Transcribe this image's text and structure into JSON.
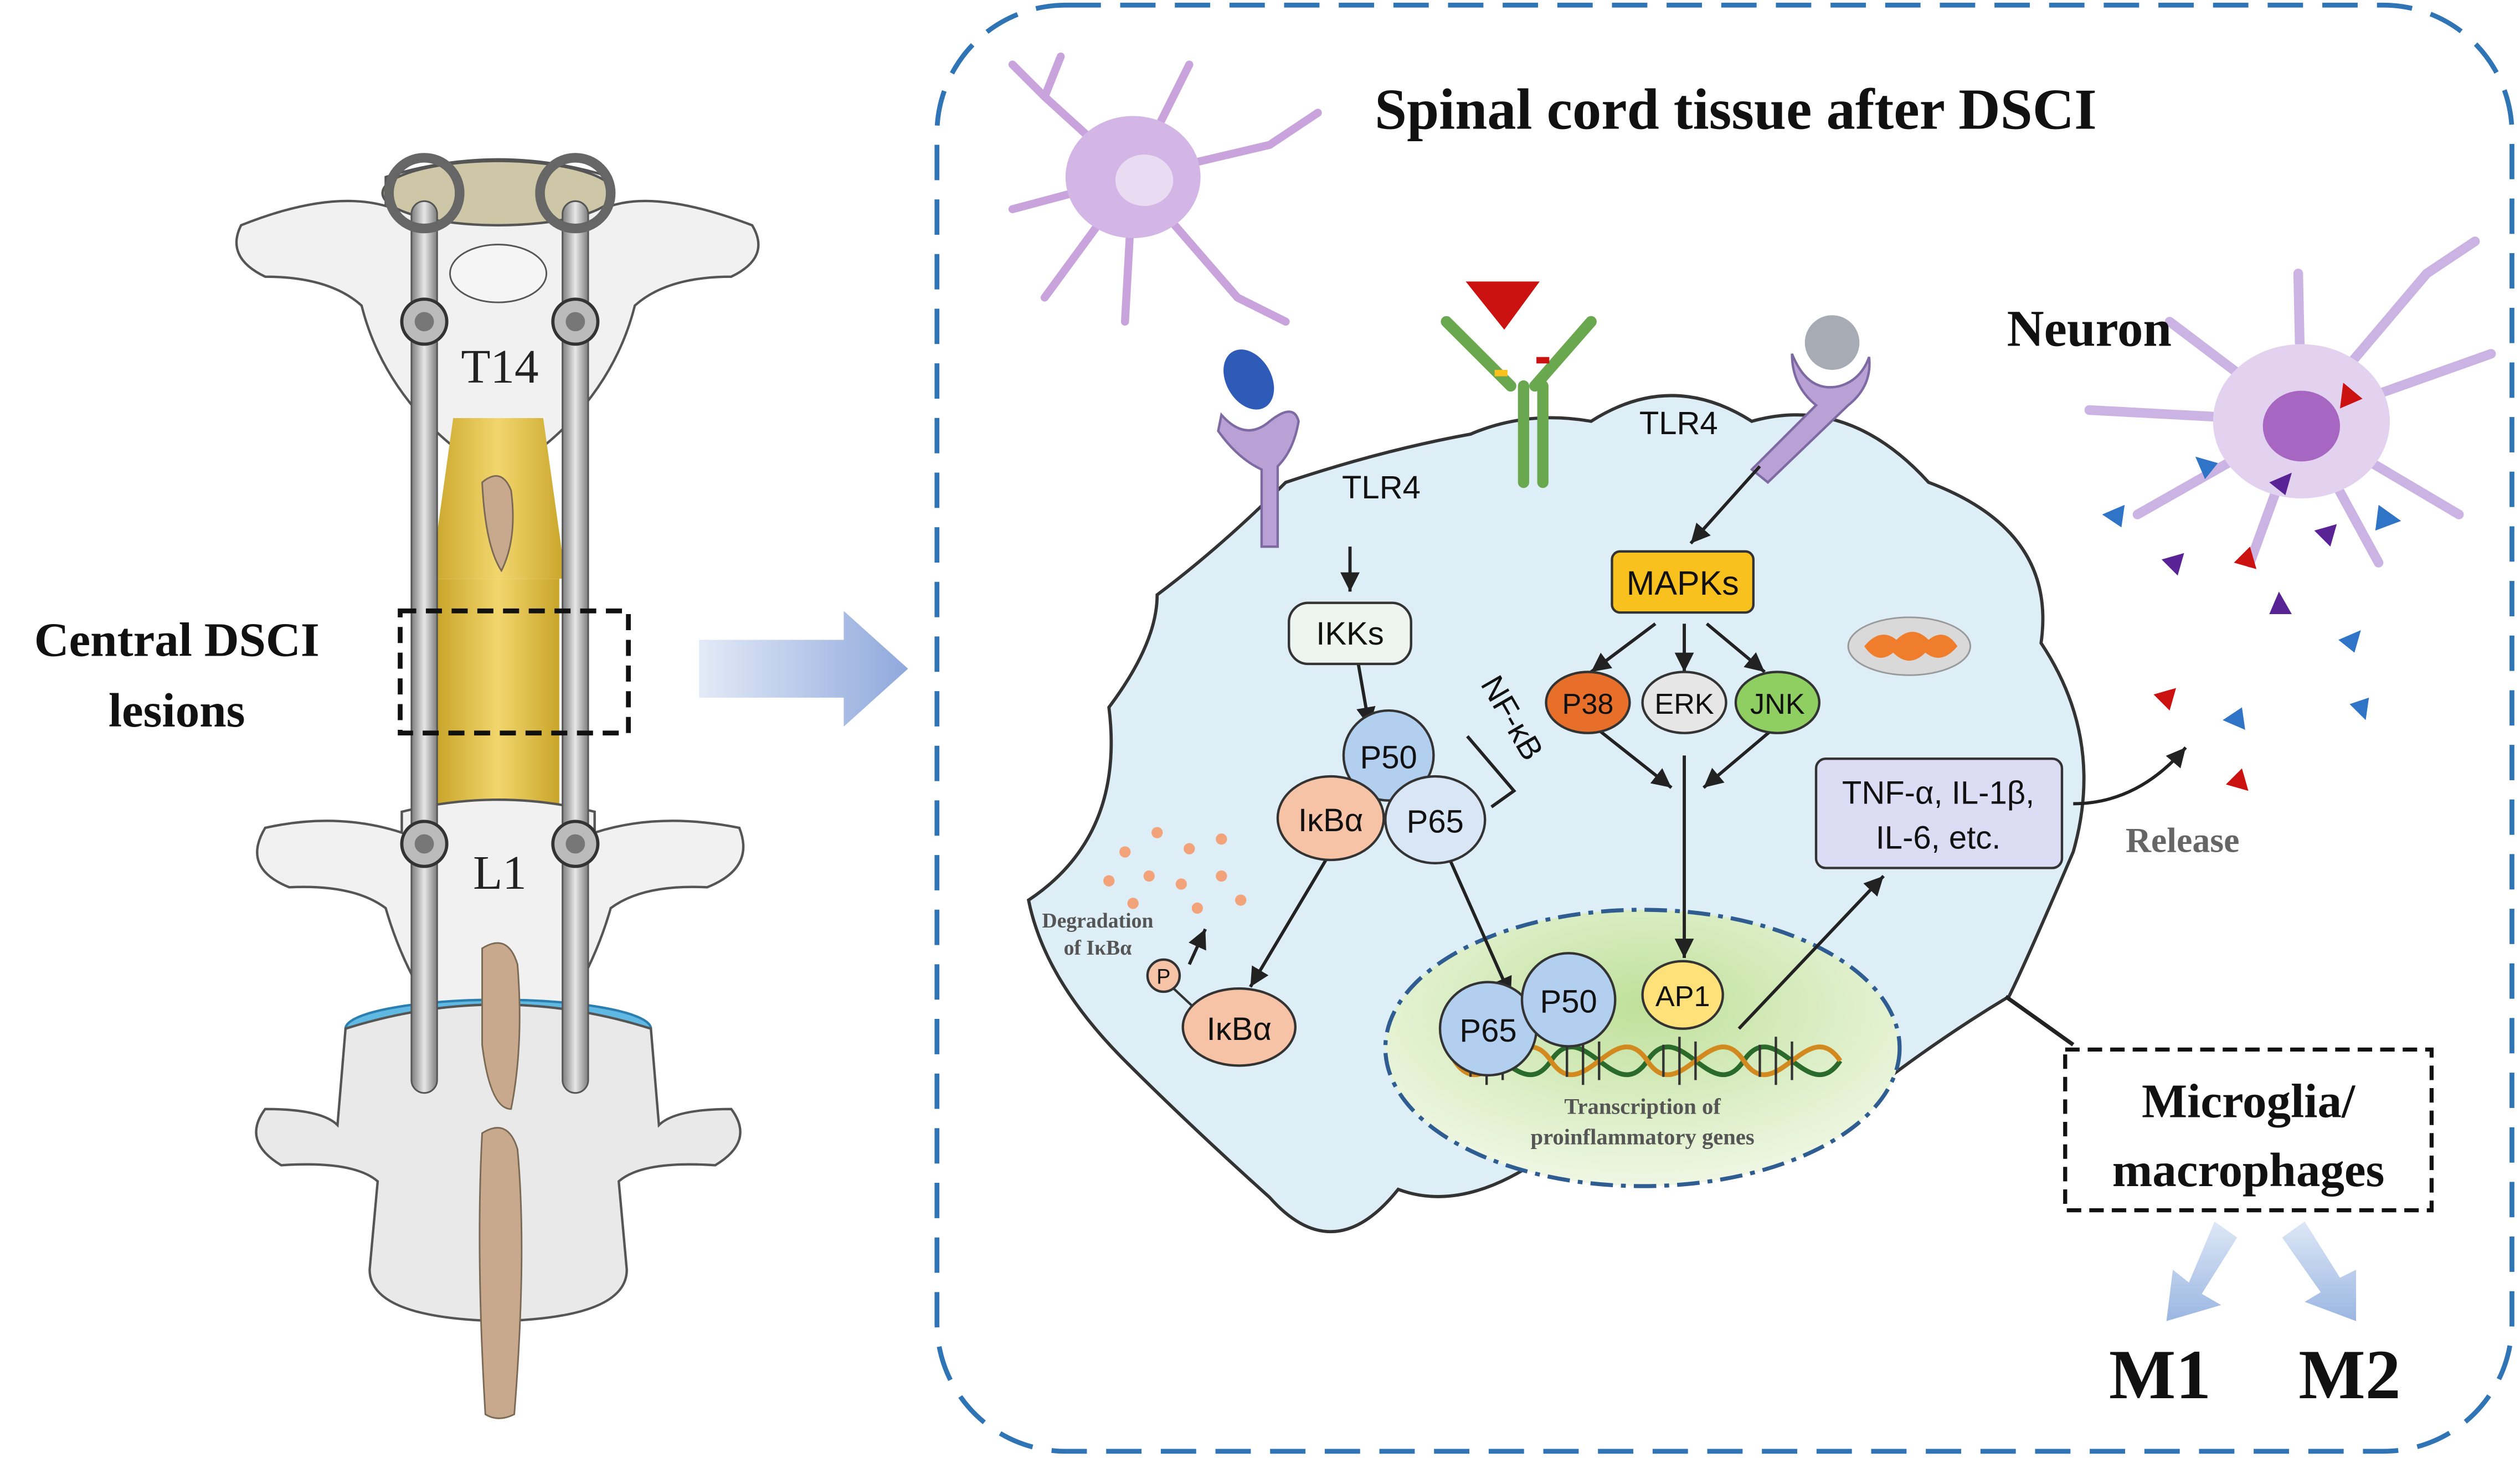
{
  "left_panel": {
    "vertebra_upper_label": "T14",
    "vertebra_lower_label": "L1",
    "lesion_label_line1": "Central DSCI",
    "lesion_label_line2": "lesions"
  },
  "right_panel": {
    "title": "Spinal cord tissue after DSCI",
    "neuron_label": "Neuron",
    "receptor_left": "TLR4",
    "receptor_right": "TLR4",
    "ikks": "IKKs",
    "nfkb": "NF-κB",
    "p50_top": "P50",
    "p65_top": "P65",
    "ikba_top": "IκBα",
    "ikba_bottom": "IκBα",
    "phospho": "P",
    "degradation_line1": "Degradation",
    "degradation_line2": "of IκBα",
    "mapks": "MAPKs",
    "p38": "P38",
    "erk": "ERK",
    "jnk": "JNK",
    "cytokines_line1": "TNF-α, IL-1β,",
    "cytokines_line2": "IL-6, etc.",
    "release": "Release",
    "nucleus_p65": "P65",
    "nucleus_p50": "P50",
    "nucleus_ap1": "AP1",
    "transcription_line1": "Transcription of",
    "transcription_line2": "proinflammatory genes",
    "microglia_line1": "Microglia/",
    "microglia_line2": "macrophages",
    "m1": "M1",
    "m2": "M2"
  },
  "colors": {
    "frame": "#2f74b5",
    "cell": "#ddeef7",
    "receptor": "#b9a1d6",
    "neuron": "#c9a4dc",
    "p38": "#e76f2a",
    "erk": "#e6e6e6",
    "jnk": "#8fcf62",
    "mapks": "#f8c11d",
    "p50_p65": "#b2cfef",
    "ikba": "#f7c3a6",
    "ap1": "#ffe17a",
    "cytokines": "#dcdcf4",
    "nucleus": "#d4e9b3"
  }
}
